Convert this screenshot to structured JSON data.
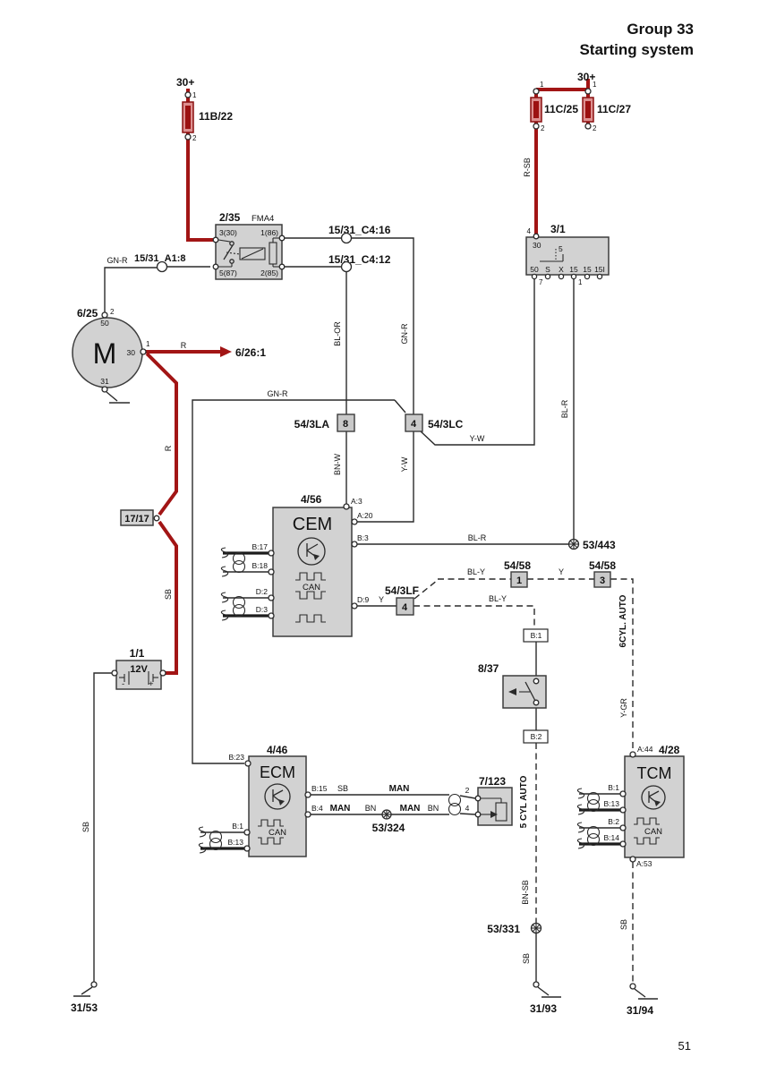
{
  "header": {
    "group": "Group 33",
    "title": "Starting system",
    "page": "51"
  },
  "colors": {
    "wire_red": "#a21515",
    "box_fill": "#d2d2d2",
    "line": "#2a2a2a"
  },
  "supply_left": {
    "feed": "30+",
    "pin1": "1",
    "fuse": "11B/22",
    "pin2": "2"
  },
  "supply_right": {
    "feed": "30+",
    "pin1_left": "1",
    "pin1_right": "1",
    "fuse_left": "11C/25",
    "fuse_right": "11C/27",
    "pin2_left": "2",
    "pin2_right": "2"
  },
  "relay": {
    "ref": "2/35",
    "type": "FMA4",
    "pin_30": "3(30)",
    "pin_86": "1(86)",
    "pin_87": "5(87)",
    "pin_85": "2(85)"
  },
  "connectors": {
    "a1_8": "15/31_A1:8",
    "c4_16": "15/31_C4:16",
    "c4_12": "15/31_C4:12",
    "inline_17": "17/17"
  },
  "starter": {
    "ref": "6/25",
    "symbol": "M",
    "pin2": "2",
    "t50": "50",
    "t30": "30",
    "pin1": "1",
    "t31": "31",
    "target": "6/26:1"
  },
  "ignition": {
    "ref": "3/1",
    "pin4": "4",
    "t30": "30",
    "t5": "5",
    "t50": "50",
    "ts": "S",
    "tx": "X",
    "t15a": "15",
    "t15b": "15",
    "t15i": "15I",
    "pin7": "7",
    "pin1": "1"
  },
  "battery": {
    "ref": "1/1",
    "voltage": "12V",
    "minus": "-",
    "plus": "+"
  },
  "cem": {
    "ref": "4/56",
    "name": "CEM",
    "can": "CAN",
    "a3": "A:3",
    "a20": "A:20",
    "b3": "B:3",
    "d9": "D:9",
    "b17": "B:17",
    "b18": "B:18",
    "d2": "D:2",
    "d3": "D:3"
  },
  "ecm": {
    "ref": "4/46",
    "name": "ECM",
    "can": "CAN",
    "b23": "B:23",
    "b15": "B:15",
    "b4": "B:4",
    "b1": "B:1",
    "b13": "B:13"
  },
  "tcm": {
    "ref": "4/28",
    "name": "TCM",
    "can": "CAN",
    "a44": "A:44",
    "a53": "A:53",
    "b1": "B:1",
    "b13": "B:13",
    "b2": "B:2",
    "b14": "B:14"
  },
  "switch_8_37": {
    "ref": "8/37",
    "b1": "B:1",
    "b2": "B:2"
  },
  "resistor_7_123": {
    "ref": "7/123",
    "pin2": "2",
    "pin4": "4"
  },
  "junctions": {
    "la_ref": "54/3LA",
    "la_pin": "8",
    "lc_ref": "54/3LC",
    "lc_pin": "4",
    "lf_ref": "54/3LF",
    "lf_pin": "4",
    "s58a_ref": "54/58",
    "s58a_pin": "1",
    "s58b_ref": "54/58",
    "s58b_pin": "3"
  },
  "splices": {
    "s443": "53/443",
    "s324": "53/324",
    "s331": "53/331"
  },
  "grounds": {
    "g31_53": "31/53",
    "g31_93": "31/93",
    "g31_94": "31/94"
  },
  "wire_labels": {
    "gnr_left": "GN-R",
    "gnr_mid": "GN-R",
    "gnr_vert": "GN-R",
    "r_out": "R",
    "r_down": "R",
    "sb_batt": "SB",
    "sb_left": "SB",
    "rsb": "R-SB",
    "blor": "BL-OR",
    "bnw": "BN-W",
    "yw_vert": "Y-W",
    "yw_horiz": "Y-W",
    "blr_vert": "BL-R",
    "blr_horiz": "BL-R",
    "bly_top": "BL-Y",
    "y_top": "Y",
    "bly_low": "BL-Y",
    "y_d9": "Y",
    "cyl6": "6CYL. AUTO",
    "ygr": "Y-GR",
    "cyl5": "5 CYL  AUTO",
    "bnsb": "BN-SB",
    "sb_93": "SB",
    "sb_94": "SB",
    "sb_b15": "SB",
    "man_1": "MAN",
    "man_2": "MAN",
    "man_3": "MAN",
    "bn_1": "BN",
    "bn_2": "BN"
  }
}
